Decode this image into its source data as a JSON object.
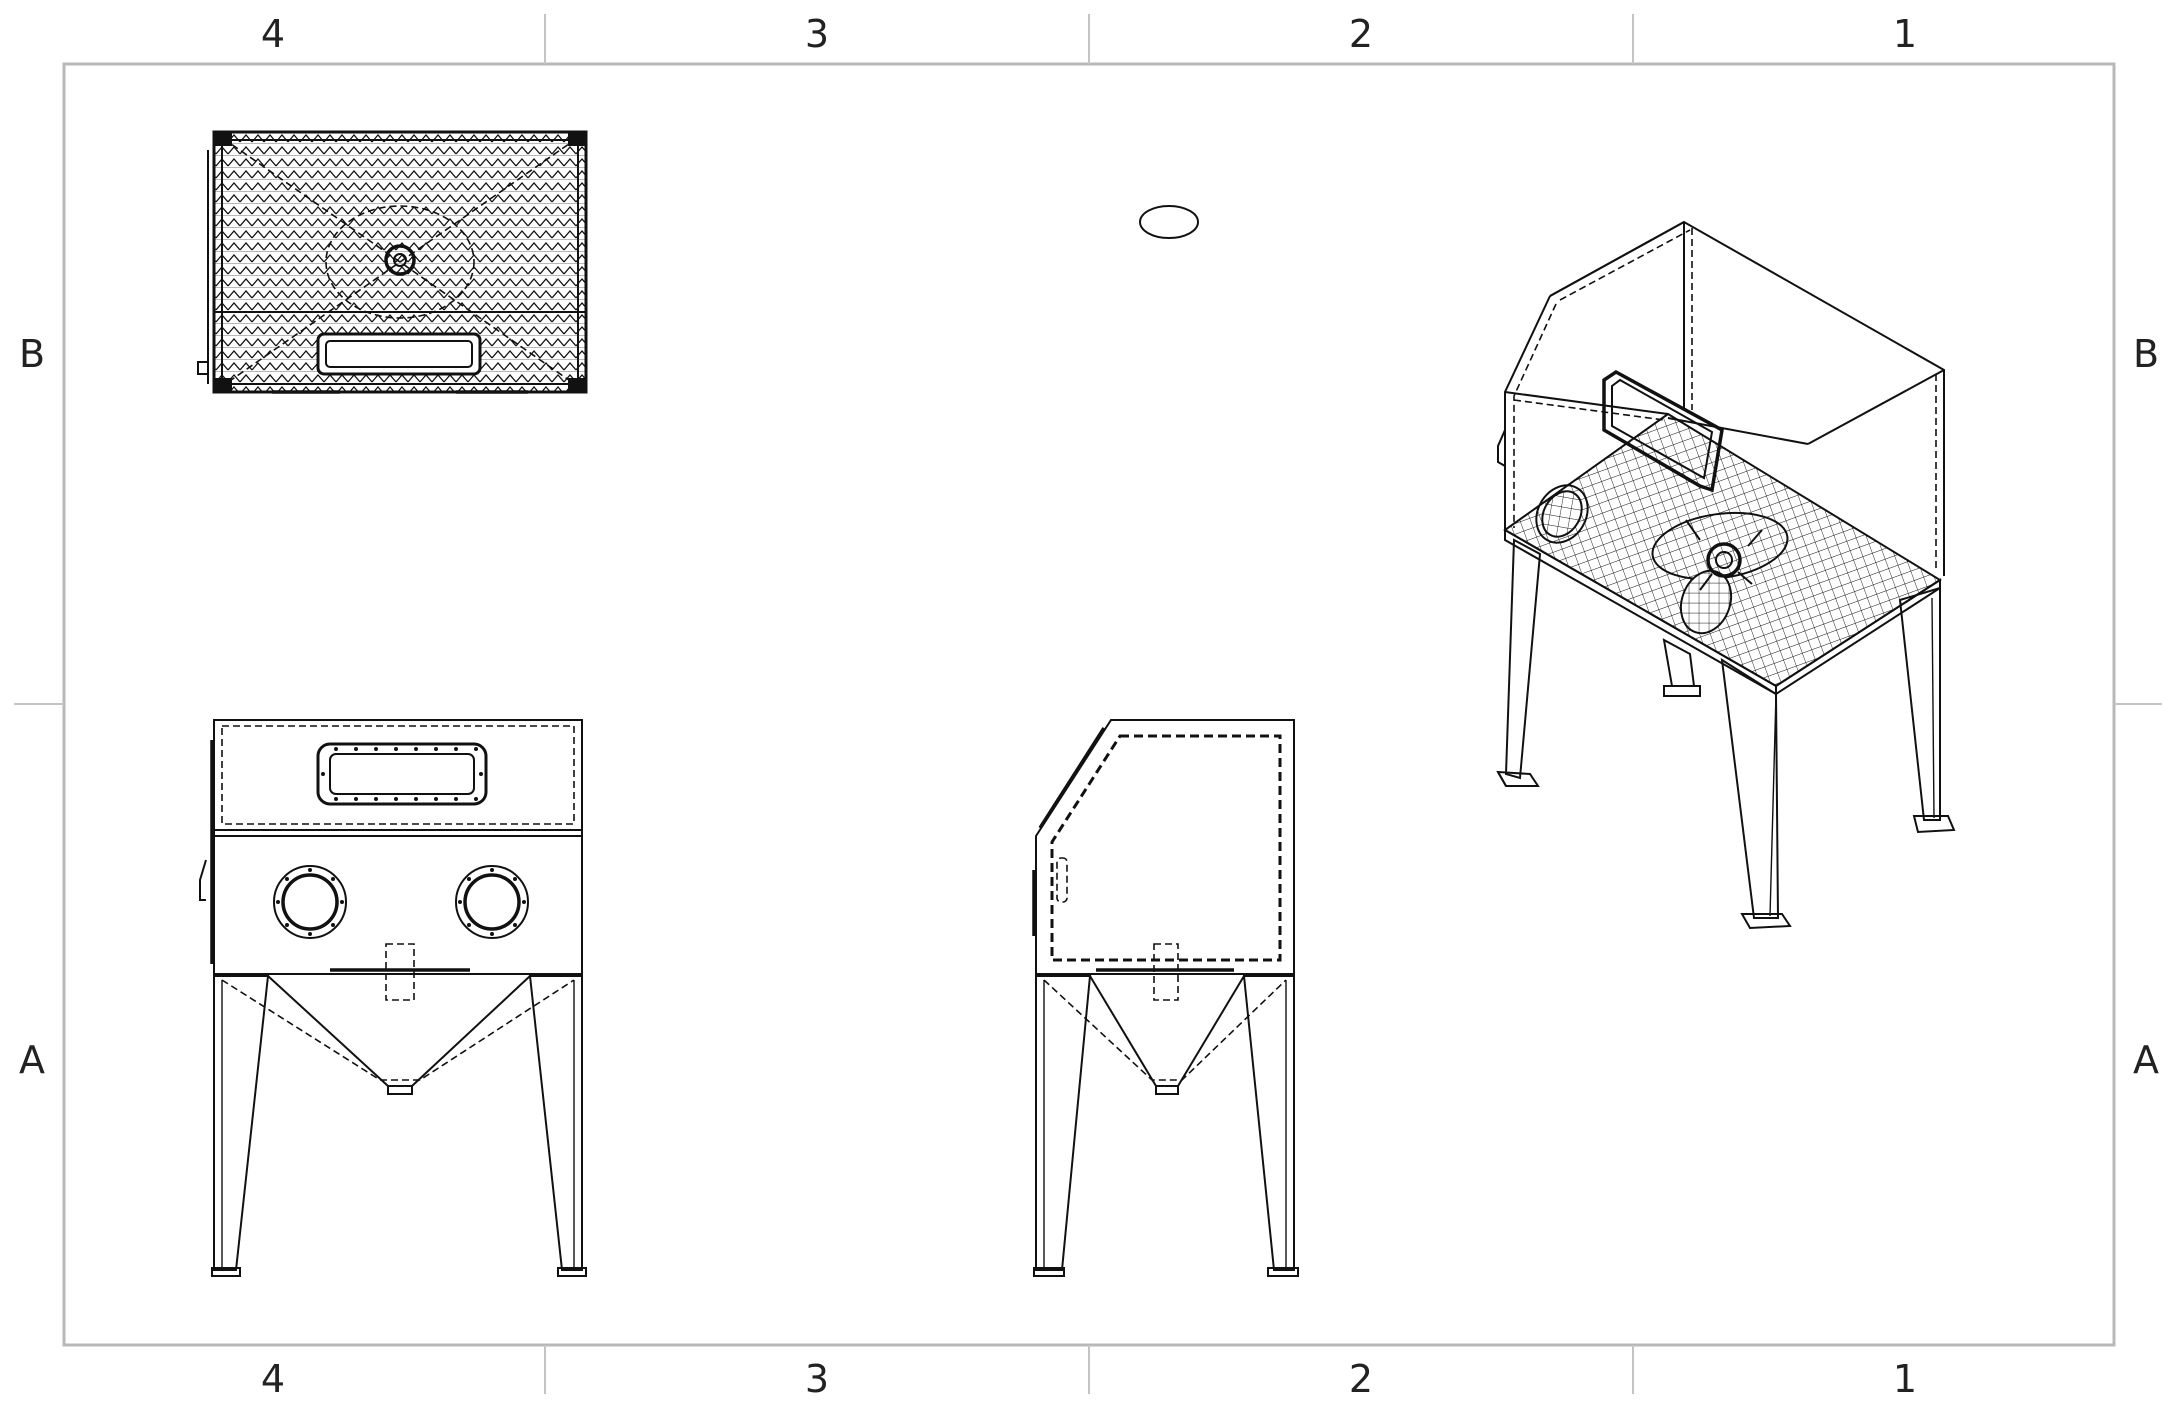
{
  "sheet": {
    "column_zones": [
      "4",
      "3",
      "2",
      "1"
    ],
    "row_zones": [
      "B",
      "A"
    ],
    "line_color": "#111111",
    "frame_color": "#b8b8b8"
  },
  "views": {
    "top_view": "top view of cabinet with perforated grating",
    "front_view": "front view with window and two glove ports on hopper stand",
    "side_view": "side view with sloped front panel",
    "isometric_view": "isometric view of cabinet on four legs"
  }
}
